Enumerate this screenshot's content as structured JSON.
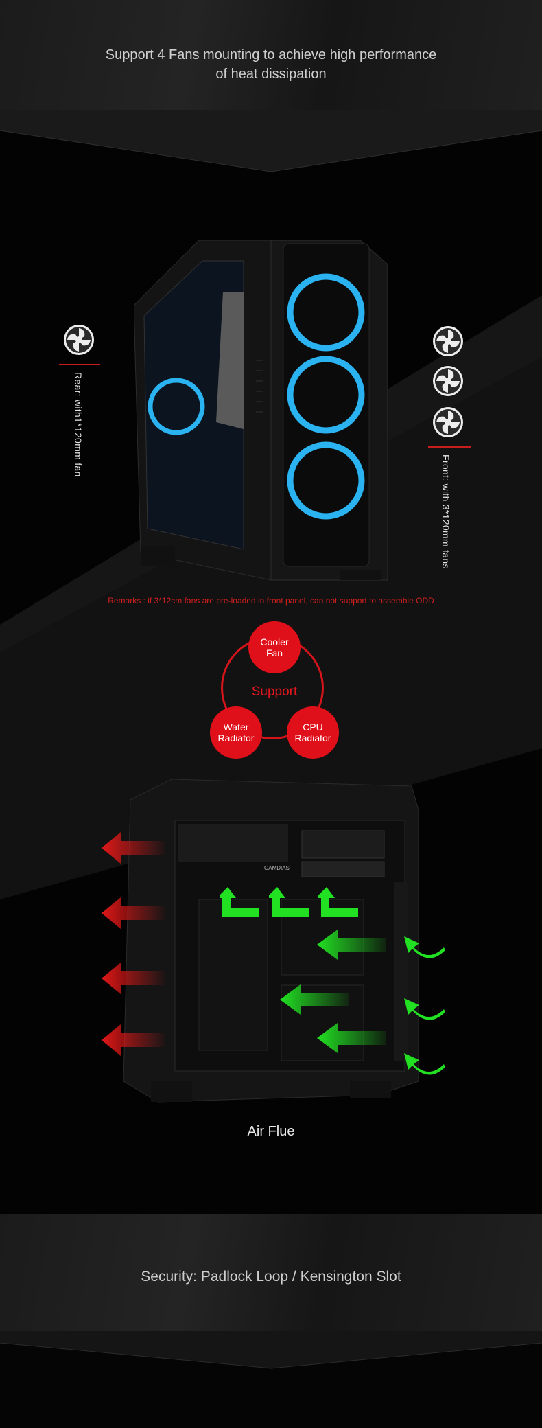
{
  "fans_section": {
    "heading_line1": "Support 4 Fans mounting to achieve high performance",
    "heading_line2": "of heat dissipation",
    "rear_label": "Rear: with1*120mm fan",
    "front_label": "Front: with 3*120mm fans",
    "remarks": "Remarks : if 3*12cm fans are pre-loaded in front panel, can not support to assemble ODD"
  },
  "support_diagram": {
    "center_label": "Support",
    "top_bubble": [
      "Cooler",
      "Fan"
    ],
    "left_bubble": [
      "Water",
      "Radiator"
    ],
    "right_bubble": [
      "CPU",
      "Radiator"
    ]
  },
  "airflow": {
    "caption": "Air Flue",
    "brand_text": "GAMDIAS"
  },
  "security": {
    "heading": "Security: Padlock Loop / Kensington Slot"
  },
  "colors": {
    "accent_red": "#e0101a",
    "fan_ring_blue": "#2ab3f0",
    "air_out_red": "#e01818",
    "air_in_green": "#22e022"
  },
  "icons": {
    "fan": "fan-icon",
    "arrow_out": "red-arrow-icon",
    "arrow_in": "green-arrow-icon"
  }
}
